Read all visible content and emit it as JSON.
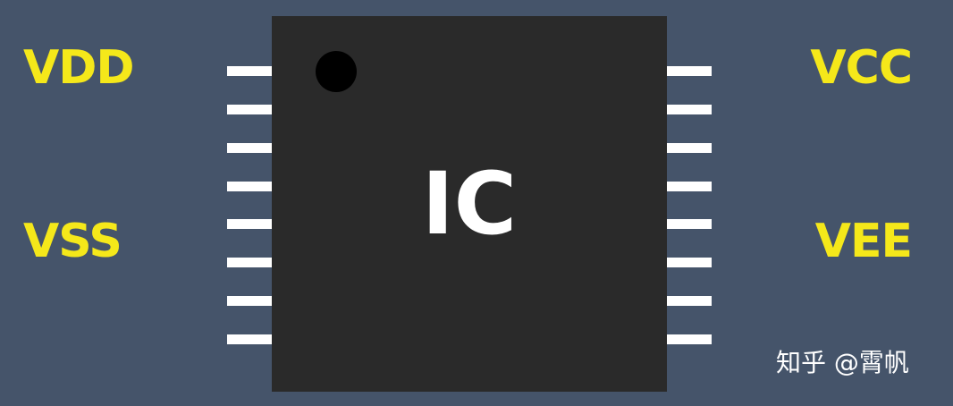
{
  "labels": {
    "vdd": "VDD",
    "vss": "VSS",
    "vcc": "VCC",
    "vee": "VEE"
  },
  "chip": {
    "label": "IC",
    "pins_per_side": 8
  },
  "watermark": "知乎 @霄帆",
  "colors": {
    "background": "#45546a",
    "label": "#f5e81a",
    "chip_body": "#2a2a2a",
    "pin": "#ffffff",
    "pin1_marker": "#000000"
  }
}
